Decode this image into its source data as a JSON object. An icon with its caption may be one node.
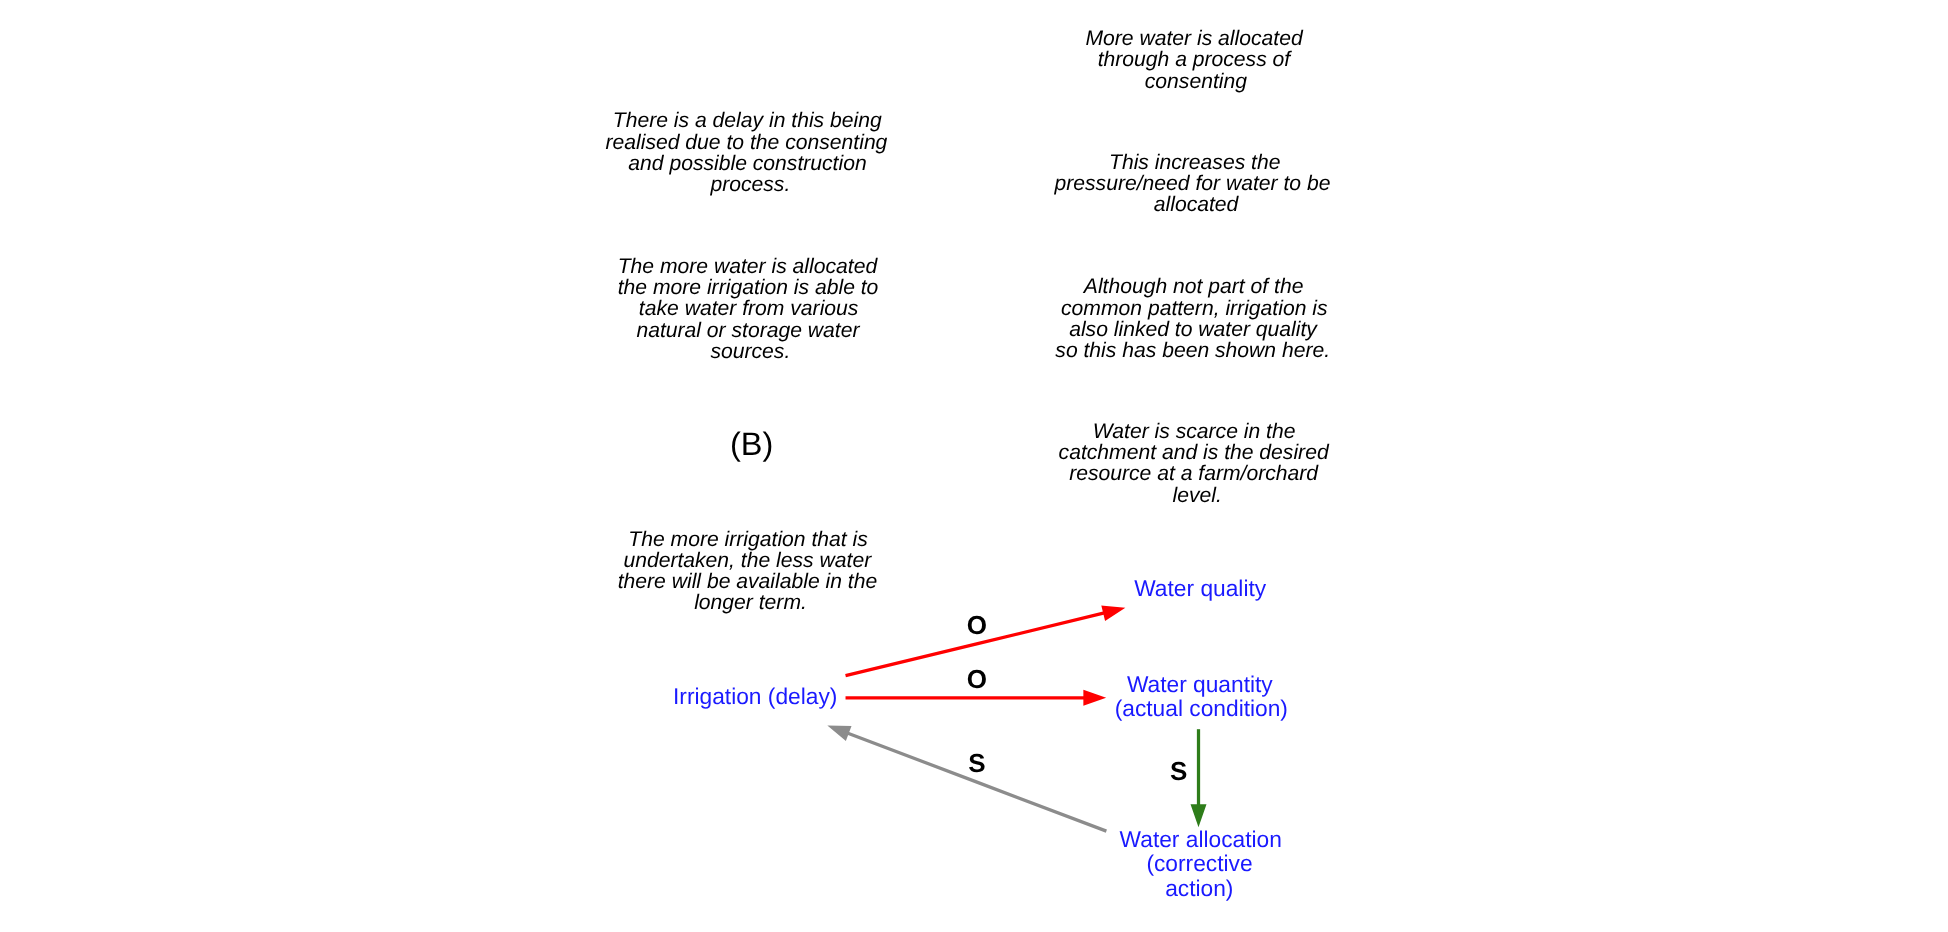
{
  "diagram": {
    "nodes": [
      {
        "text": [
          "Water quality"
        ]
      },
      {
        "text": [
          "Irrigation (delay)"
        ]
      },
      {
        "text": [
          "Water quantity (actual condition)"
        ]
      },
      {
        "text": [
          "Water allocation (corrective action)"
        ]
      }
    ],
    "edges": [
      {
        "from": 1,
        "to": 0,
        "arrow": "to",
        "label": "O",
        "color": "#ff0000"
      },
      {
        "from": 1,
        "to": 2,
        "arrow": "to",
        "label": "O",
        "color": "#ff0000"
      },
      {
        "from": 2,
        "to": 3,
        "arrow": "to",
        "label": "S",
        "color": "#2e7d1a"
      },
      {
        "from": 3,
        "to": 1,
        "arrow": "to",
        "label": "S",
        "color": "#8c8c8c"
      }
    ],
    "labels": [
      "The more irrigation that is undertaken, the less water there will be available in the longer term.",
      "Water is scarce in the catchment and is the desired resource at a farm/orchard level.",
      "Although not part of the common pattern, irrigation is also linked to water quality so this has been shown here.",
      "(B)",
      "This increases the pressure/need for water to be allocated",
      "The more water is allocated the more irrigation is able to take water from various natural or storage water sources.",
      "There is a delay in this being realised due to the consenting and possible construction process.",
      "More water is allocated through a process of consenting"
    ]
  }
}
